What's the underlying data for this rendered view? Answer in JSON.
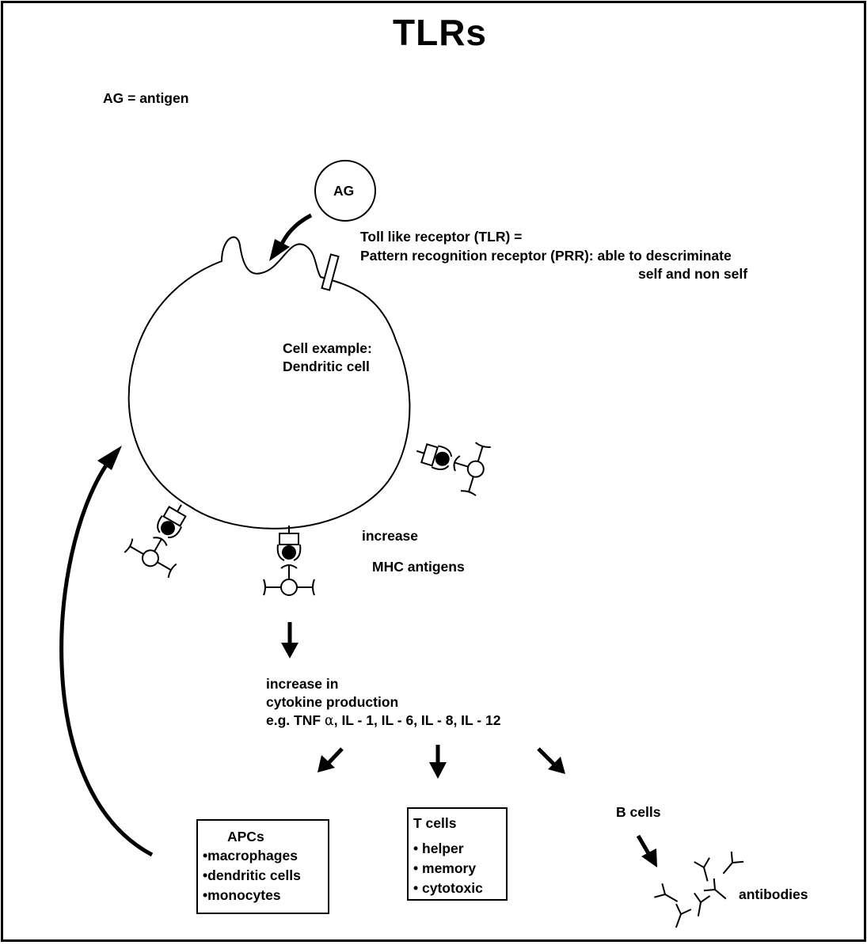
{
  "title": "TLRs",
  "legend": "AG = antigen",
  "antigen_label": "AG",
  "tlr": {
    "line1": "Toll like receptor (TLR) =",
    "line2": "Pattern recognition receptor (PRR): able to descriminate",
    "line3": "self and non self"
  },
  "cell": {
    "line1": "Cell example:",
    "line2": "Dendritic cell"
  },
  "mhc": {
    "increase": "increase",
    "antigens": "MHC antigens"
  },
  "cytokine": {
    "line1": "increase in",
    "line2": "cytokine production",
    "line3_prefix": "e.g. TNF ",
    "alpha": "α",
    "line3_suffix": ", IL - 1, IL - 6, IL - 8, IL - 12"
  },
  "apcs": {
    "heading": "APCs",
    "items": [
      "macrophages",
      "dendritic cells",
      "monocytes"
    ]
  },
  "tcells": {
    "heading": "T cells",
    "items": [
      "helper",
      "memory",
      "cytotoxic"
    ]
  },
  "bcells": {
    "heading": "B cells",
    "antibodies": "antibodies"
  },
  "bullet": "•"
}
